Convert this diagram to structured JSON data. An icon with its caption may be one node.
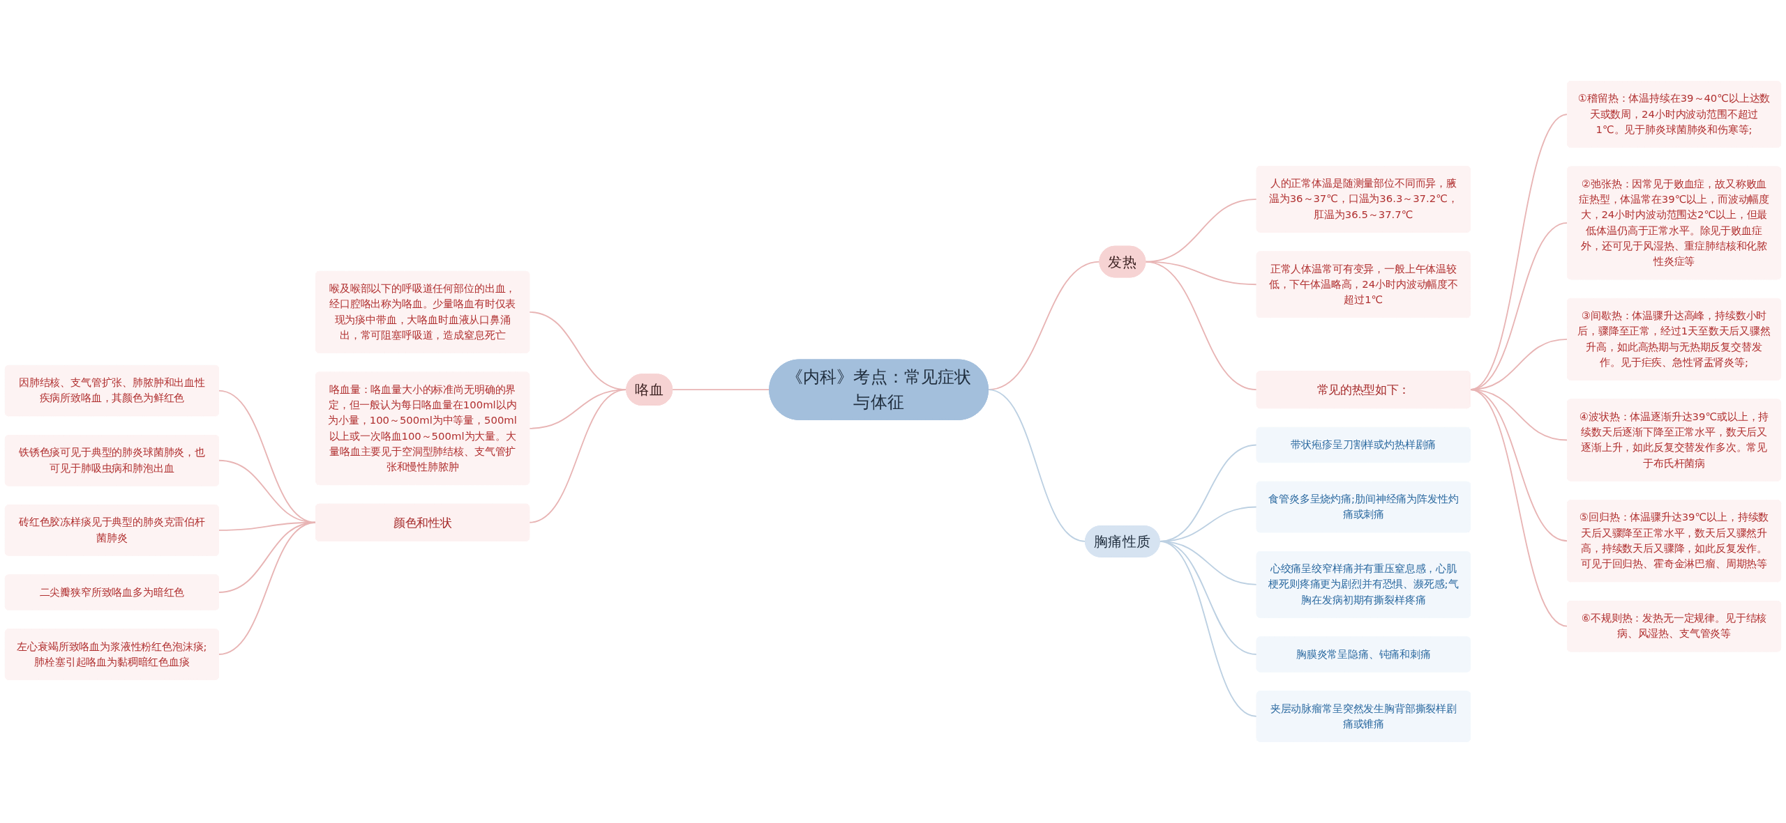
{
  "diagram": {
    "nodes": [
      {
        "text": [
          "《内科》考点：常见症状与体征"
        ]
      },
      {
        "text": [
          "发热"
        ]
      },
      {
        "text": [
          "人的正常体温是随测量部位不同而异，腋温为36～37℃，口温为36.3～37.2℃，肛温为36.5～37.7℃"
        ]
      },
      {
        "text": [
          "正常人体温常可有变异，一般上午体温较低，下午体温略高，24小时内波动幅度不超过1℃"
        ]
      },
      {
        "text": [
          "常见的热型如下："
        ]
      },
      {
        "text": [
          "①稽留热：体温持续在39～40℃以上达数天或数周，24小时内波动范围不超过1℃。见于肺炎球菌肺炎和伤寒等;"
        ]
      },
      {
        "text": [
          "②弛张热：因常见于败血症，故又称败血症热型，体温常在39℃以上，而波动幅度大，24小时内波动范围达2℃以上，但最低体温仍高于正常水平。除见于败血症外，还可见于风湿热、重症肺结核和化脓性炎症等"
        ]
      },
      {
        "text": [
          "③间歇热：体温骤升达高峰，持续数小时后，骤降至正常，经过1天至数天后又骤然升高，如此高热期与无热期反复交替发作。见于疟疾、急性肾盂肾炎等;"
        ]
      },
      {
        "text": [
          "④波状热：体温逐渐升达39℃或以上，持续数天后逐渐下降至正常水平，数天后又逐渐上升，如此反复交替发作多次。常见于布氏杆菌病"
        ]
      },
      {
        "text": [
          "⑤回归热：体温骤升达39℃以上，持续数天后又骤降至正常水平，数天后又骤然升高，持续数天后又骤降，如此反复发作。可见于回归热、霍奇金淋巴瘤、周期热等"
        ]
      },
      {
        "text": [
          "⑥不规则热：发热无一定规律。见于结核病、风湿热、支气管炎等"
        ]
      },
      {
        "text": [
          "胸痛性质"
        ]
      },
      {
        "text": [
          "带状疱疹呈刀割样或灼热样剧痛"
        ]
      },
      {
        "text": [
          "食管炎多呈烧灼痛;肋间神经痛为阵发性灼痛或刺痛"
        ]
      },
      {
        "text": [
          "心绞痛呈绞窄样痛并有重压窒息感，心肌梗死则疼痛更为剧烈并有恐惧、濒死感;气胸在发病初期有撕裂样疼痛"
        ]
      },
      {
        "text": [
          "胸膜炎常呈隐痛、钝痛和刺痛"
        ]
      },
      {
        "text": [
          "夹层动脉瘤常呈突然发生胸背部撕裂样剧痛或锥痛"
        ]
      },
      {
        "text": [
          "咯血"
        ]
      },
      {
        "text": [
          "喉及喉部以下的呼吸道任何部位的出血，经口腔咯出称为咯血。少量咯血有时仅表现为痰中带血，大咯血时血液从口鼻涌出，常可阻塞呼吸道，造成窒息死亡"
        ]
      },
      {
        "text": [
          "咯血量：咯血量大小的标准尚无明确的界定，但一般认为每日咯血量在100ml以内为小量，100～500ml为中等量，500ml以上或一次咯血100～500ml为大量。大量咯血主要见于空洞型肺结核、支气管扩张和慢性肺脓肿"
        ]
      },
      {
        "text": [
          "颜色和性状"
        ]
      },
      {
        "text": [
          "因肺结核、支气管扩张、肺脓肿和出血性疾病所致咯血，其颜色为鲜红色"
        ]
      },
      {
        "text": [
          "铁锈色痰可见于典型的肺炎球菌肺炎，也可见于肺吸虫病和肺泡出血"
        ]
      },
      {
        "text": [
          "砖红色胶冻样痰见于典型的肺炎克雷伯杆菌肺炎"
        ]
      },
      {
        "text": [
          "二尖瓣狭窄所致咯血多为暗红色"
        ]
      },
      {
        "text": [
          "左心衰竭所致咯血为浆液性粉红色泡沫痰;肺栓塞引起咯血为黏稠暗红色血痰"
        ]
      }
    ],
    "edges": [
      {
        "from": 0,
        "to": 1,
        "arrow": "none"
      },
      {
        "from": 1,
        "to": 2,
        "arrow": "none"
      },
      {
        "from": 1,
        "to": 3,
        "arrow": "none"
      },
      {
        "from": 1,
        "to": 4,
        "arrow": "none"
      },
      {
        "from": 4,
        "to": 5,
        "arrow": "none"
      },
      {
        "from": 4,
        "to": 6,
        "arrow": "none"
      },
      {
        "from": 4,
        "to": 7,
        "arrow": "none"
      },
      {
        "from": 4,
        "to": 8,
        "arrow": "none"
      },
      {
        "from": 4,
        "to": 9,
        "arrow": "none"
      },
      {
        "from": 4,
        "to": 10,
        "arrow": "none"
      },
      {
        "from": 0,
        "to": 11,
        "arrow": "none",
        "color": "#bcd0e2"
      },
      {
        "from": 11,
        "to": 12,
        "arrow": "none",
        "color": "#bcd0e2"
      },
      {
        "from": 11,
        "to": 13,
        "arrow": "none",
        "color": "#bcd0e2"
      },
      {
        "from": 11,
        "to": 14,
        "arrow": "none",
        "color": "#bcd0e2"
      },
      {
        "from": 11,
        "to": 15,
        "arrow": "none",
        "color": "#bcd0e2"
      },
      {
        "from": 11,
        "to": 16,
        "arrow": "none",
        "color": "#bcd0e2"
      },
      {
        "from": 17,
        "to": 0,
        "arrow": "none"
      },
      {
        "from": 18,
        "to": 17,
        "arrow": "none"
      },
      {
        "from": 19,
        "to": 17,
        "arrow": "none"
      },
      {
        "from": 20,
        "to": 17,
        "arrow": "none"
      },
      {
        "from": 21,
        "to": 20,
        "arrow": "none"
      },
      {
        "from": 22,
        "to": 20,
        "arrow": "none"
      },
      {
        "from": 23,
        "to": 20,
        "arrow": "none"
      },
      {
        "from": 24,
        "to": 20,
        "arrow": "none"
      },
      {
        "from": 25,
        "to": 20,
        "arrow": "none"
      }
    ]
  }
}
